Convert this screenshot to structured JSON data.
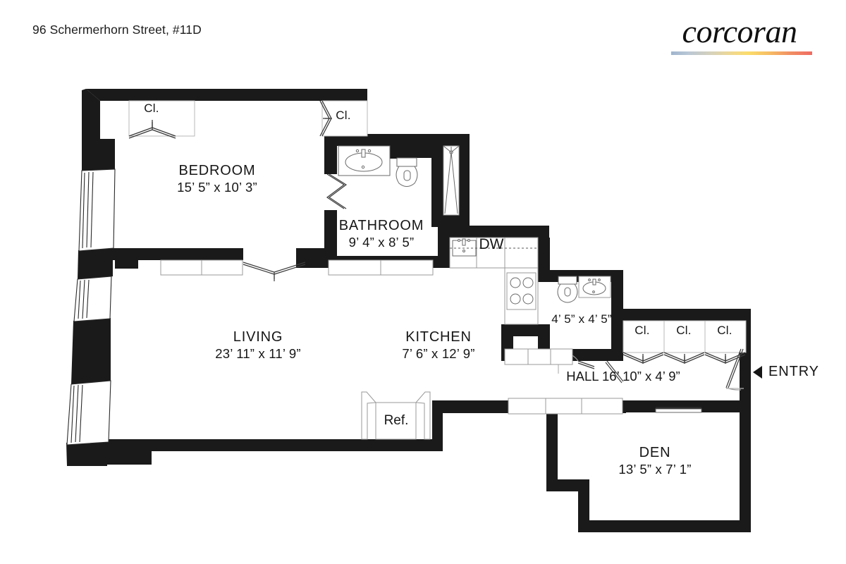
{
  "header": {
    "title": "96 Schermerhorn Street, #11D",
    "brand": "corcoran",
    "brand_gradient_colors": [
      "#9fb4cd",
      "#f2d98a",
      "#fbdc6a",
      "#f08e63",
      "#ef6b61"
    ]
  },
  "plan": {
    "wall_color": "#1a1a1a",
    "fixture_line_color": "#555555",
    "floor_color": "#ffffff",
    "rooms": [
      {
        "id": "bedroom",
        "name": "BEDROOM",
        "dims": "15’ 5” x 10’ 3”"
      },
      {
        "id": "bathroom",
        "name": "BATHROOM",
        "dims": "9’ 4” x 8’ 5”"
      },
      {
        "id": "living",
        "name": "LIVING",
        "dims": "23’ 11” x 11’ 9”"
      },
      {
        "id": "kitchen",
        "name": "KITCHEN",
        "dims": "7’ 6” x 12’ 9”"
      },
      {
        "id": "den",
        "name": "DEN",
        "dims": "13’ 5” x 7’ 1”"
      }
    ],
    "powder_room_dims": "4’ 5” x 4’ 5”",
    "hall_label": "HALL 16’ 10” x 4’ 9”",
    "closets": [
      {
        "id": "closet-bedroom-left",
        "label": "Cl."
      },
      {
        "id": "closet-bedroom-right",
        "label": "Cl."
      },
      {
        "id": "closet-hall-1",
        "label": "Cl."
      },
      {
        "id": "closet-hall-2",
        "label": "Cl."
      },
      {
        "id": "closet-hall-3",
        "label": "Cl."
      }
    ],
    "appliances": [
      {
        "id": "dishwasher",
        "label": "DW"
      },
      {
        "id": "refrigerator",
        "label": "Ref."
      }
    ],
    "entry": {
      "label": "ENTRY",
      "marker": "left-triangle"
    }
  }
}
